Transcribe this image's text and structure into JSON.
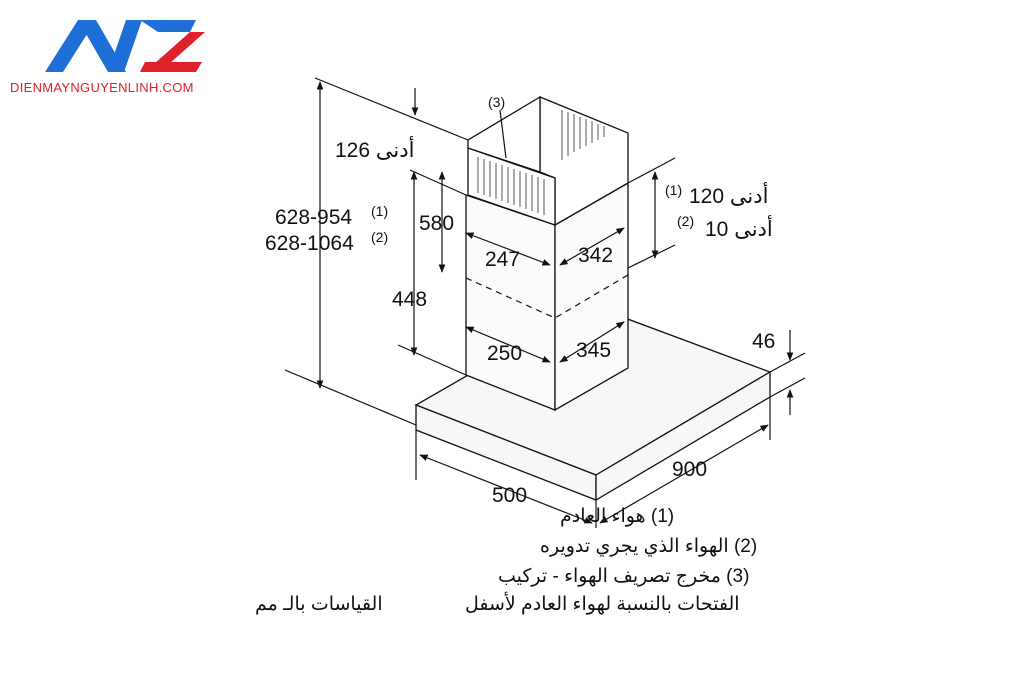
{
  "logo": {
    "mark": "NZ",
    "site": "DIENMAYNGUYENLINH.COM"
  },
  "dimensions": {
    "min_126": "أدنى 126",
    "h_954_label": "628-954",
    "h_954_note": "(1)",
    "h_1064_label": "628-1064",
    "h_1064_note": "(2)",
    "d_580": "580",
    "d_448": "448",
    "d_247": "247",
    "d_342": "342",
    "d_250": "250",
    "d_345": "345",
    "d_46": "46",
    "d_900": "900",
    "d_500": "500",
    "min_120_note": "(1)",
    "min_120": "أدنى 120",
    "min_10_note": "(2)",
    "min_10": "أدنى 10",
    "callout_3": "(3)"
  },
  "legend": {
    "line1": "(1) هواء العادم",
    "line2": "(2) الهواء الذي يجري تدويره",
    "line3": "(3) مخرج تصريف الهواء - تركيب",
    "line4": "الفتحات بالنسبة لهواء العادم لأسفل",
    "units": "القياسات بالـ مم"
  },
  "colors": {
    "logo_blue": "#1f6fd8",
    "logo_red": "#e0202b",
    "line": "#111111",
    "hood_gray": "#f2f2f2"
  }
}
